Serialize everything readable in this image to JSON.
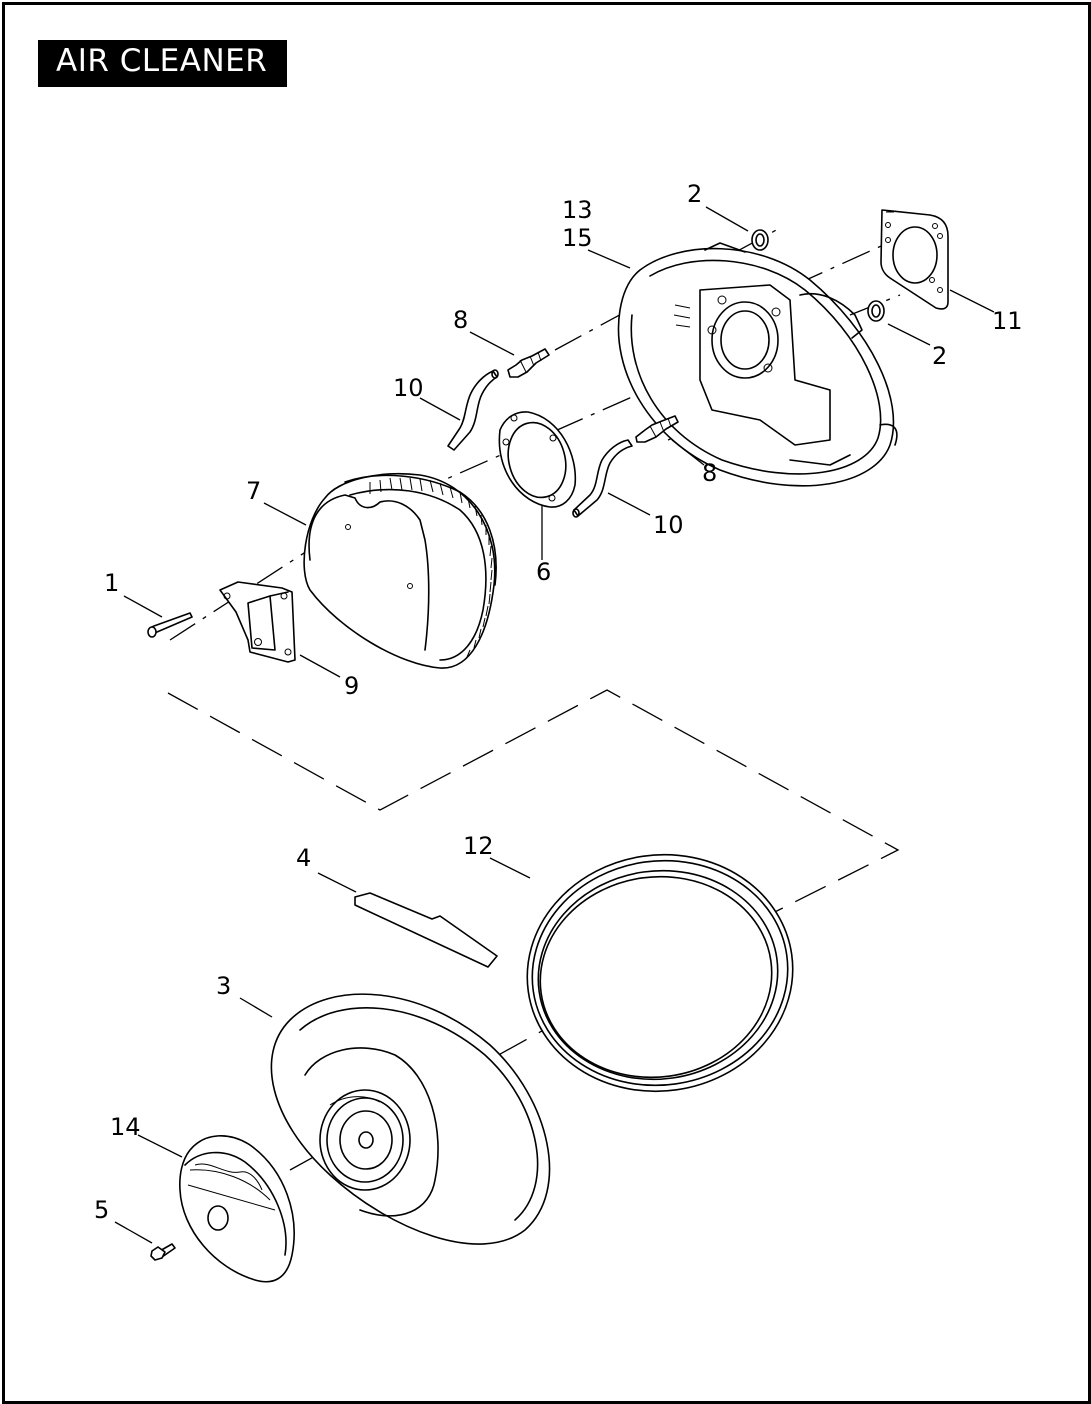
{
  "title": "AIR CLEANER",
  "callouts": {
    "c1": "1",
    "c2a": "2",
    "c2b": "2",
    "c3": "3",
    "c4": "4",
    "c5": "5",
    "c6": "6",
    "c7": "7",
    "c8a": "8",
    "c8b": "8",
    "c9": "9",
    "c10a": "10",
    "c10b": "10",
    "c11": "11",
    "c12": "12",
    "c13": "13",
    "c14": "14",
    "c15": "15"
  }
}
